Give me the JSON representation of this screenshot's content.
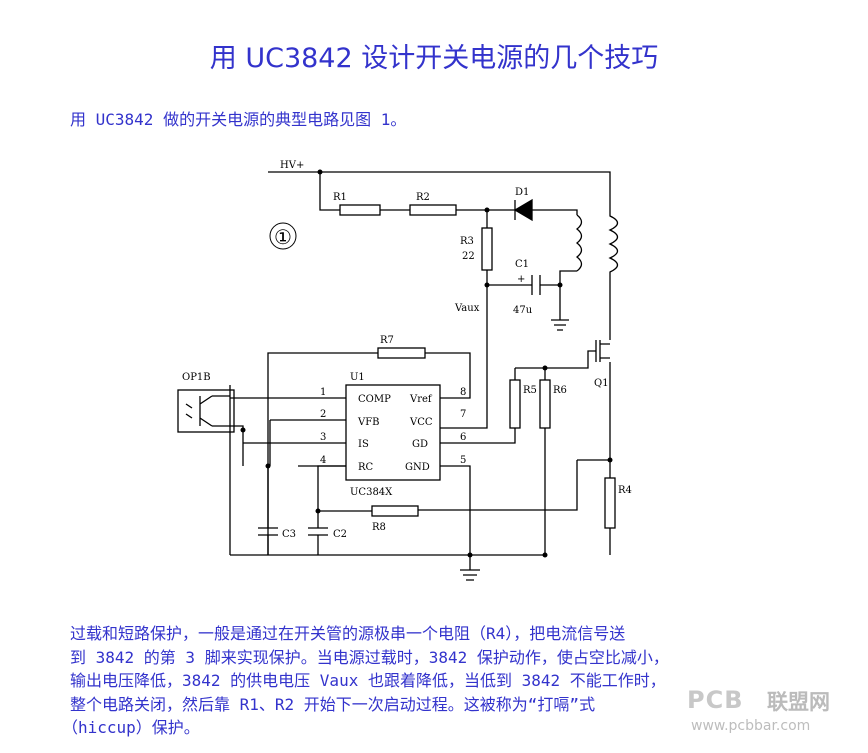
{
  "title": "用 UC3842 设计开关电源的几个技巧",
  "intro": "用 UC3842 做的开关电源的典型电路见图 1。",
  "circuit": {
    "figure_number": "①",
    "labels": {
      "hv": "HV+",
      "r1": "R1",
      "r2": "R2",
      "r3": "R3",
      "r3_value": "22",
      "d1": "D1",
      "c1": "C1",
      "c1_polarity": "+",
      "c1_value": "47u",
      "vaux": "Vaux",
      "r7": "R7",
      "u1": "U1",
      "op1b": "OP1B",
      "r5": "R5",
      "r6": "R6",
      "q1": "Q1",
      "r4": "R4",
      "r8": "R8",
      "c3": "C3",
      "c2": "C2",
      "chip": "UC384X"
    },
    "pins_left": [
      {
        "num": "1",
        "name": "COMP"
      },
      {
        "num": "2",
        "name": "VFB"
      },
      {
        "num": "3",
        "name": "IS"
      },
      {
        "num": "4",
        "name": "RC"
      }
    ],
    "pins_right": [
      {
        "num": "8",
        "name": "Vref"
      },
      {
        "num": "7",
        "name": "VCC"
      },
      {
        "num": "6",
        "name": "GD"
      },
      {
        "num": "5",
        "name": "GND"
      }
    ]
  },
  "paragraph": [
    "过载和短路保护，一般是通过在开关管的源极串一个电阻（R4），把电流信号送",
    "到 3842 的第 3 脚来实现保护。当电源过载时，3842 保护动作，使占空比减小，",
    "输出电压降低，3842 的供电电压 Vaux 也跟着降低，当低到 3842 不能工作时，",
    "整个电路关闭，然后靠 R1、R2 开始下一次启动过程。这被称为“打嗝”式",
    "（hiccup）保护。"
  ],
  "watermark": {
    "logo": "PCB",
    "name": "联盟网",
    "url": "www.pcbbar.com"
  }
}
